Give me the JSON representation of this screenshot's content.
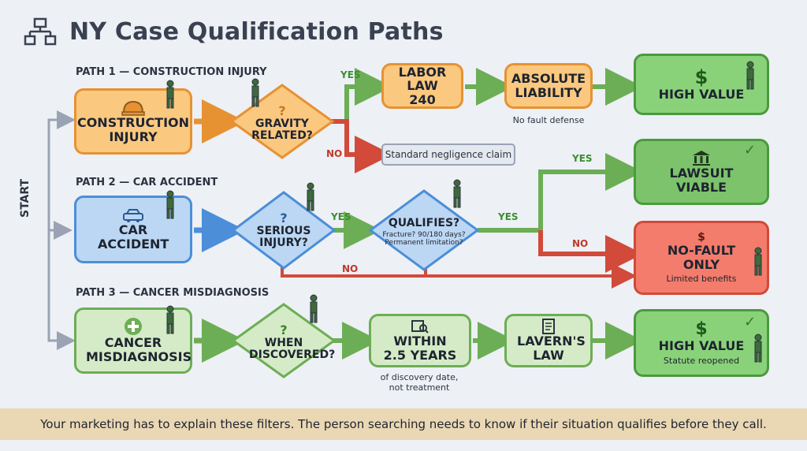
{
  "title": "NY Case Qualification Paths",
  "start_label": "START",
  "paths": [
    {
      "label": "PATH 1 — CONSTRUCTION INJURY"
    },
    {
      "label": "PATH 2 — CAR ACCIDENT"
    },
    {
      "label": "PATH 3 — CANCER MISDIAGNOSIS"
    }
  ],
  "nodes": {
    "construction_injury": "CONSTRUCTION INJURY",
    "gravity_related": "GRAVITY RELATED?",
    "labor_law": "LABOR LAW 240",
    "absolute_liability": "ABSOLUTE LIABILITY",
    "no_fault_defense": "No fault defense",
    "high_value_1": "HIGH VALUE",
    "standard_negligence": "Standard negligence claim",
    "car_accident": "CAR ACCIDENT",
    "serious_injury": "SERIOUS INJURY?",
    "qualifies": "QUALIFIES?",
    "qualifies_sub": "Fracture? 90/180 days? Permanent limitation?",
    "lawsuit_viable": "LAWSUIT VIABLE",
    "no_fault_only": "NO-FAULT ONLY",
    "limited_benefits": "Limited benefits",
    "cancer_misdiagnosis": "CANCER MISDIAGNOSIS",
    "when_discovered": "WHEN DISCOVERED?",
    "within_years": "WITHIN 2.5 YEARS",
    "discovery_note": "of discovery date, not treatment",
    "laverns_law": "LAVERN'S LAW",
    "high_value_3": "HIGH VALUE",
    "statute_reopened": "Statute reopened"
  },
  "edge_labels": {
    "yes": "YES",
    "no": "NO"
  },
  "footer": "Your marketing has to explain these filters. The person searching needs to know if their situation qualifies before they call.",
  "colors": {
    "orange": "#e69233",
    "blue": "#4c8ed8",
    "green": "#6cae55",
    "red": "#d14a3a",
    "footer_bg": "#ead7b3"
  },
  "icons": [
    "flowchart-icon",
    "hard-hat-icon",
    "car-icon",
    "medical-cross-icon",
    "dollar-icon",
    "bank-icon",
    "check-icon",
    "money-hand-icon",
    "question-icon",
    "calendar-search-icon",
    "document-icon",
    "person-icon"
  ]
}
